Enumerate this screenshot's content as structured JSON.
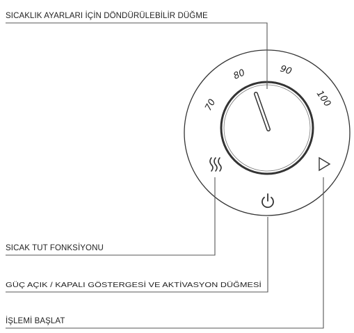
{
  "labels": {
    "dial": "SICAKLIK AYARLARI İÇİN DÖNDÜRÜLEBİLİR DÜĞME",
    "keep_warm": "SICAK TUT FONKSİYONU",
    "power": "GÜÇ AÇIK / KAPALI GÖSTERGESİ VE AKTİVASYON DÜĞMESİ",
    "start": "İŞLEMİ BAŞLAT"
  },
  "dial_scale": {
    "t70": "70",
    "t80": "80",
    "t90": "90",
    "t100": "100"
  },
  "icons": {
    "keep_warm": "heat-waves-icon",
    "power": "power-icon",
    "start": "play-triangle-icon"
  }
}
